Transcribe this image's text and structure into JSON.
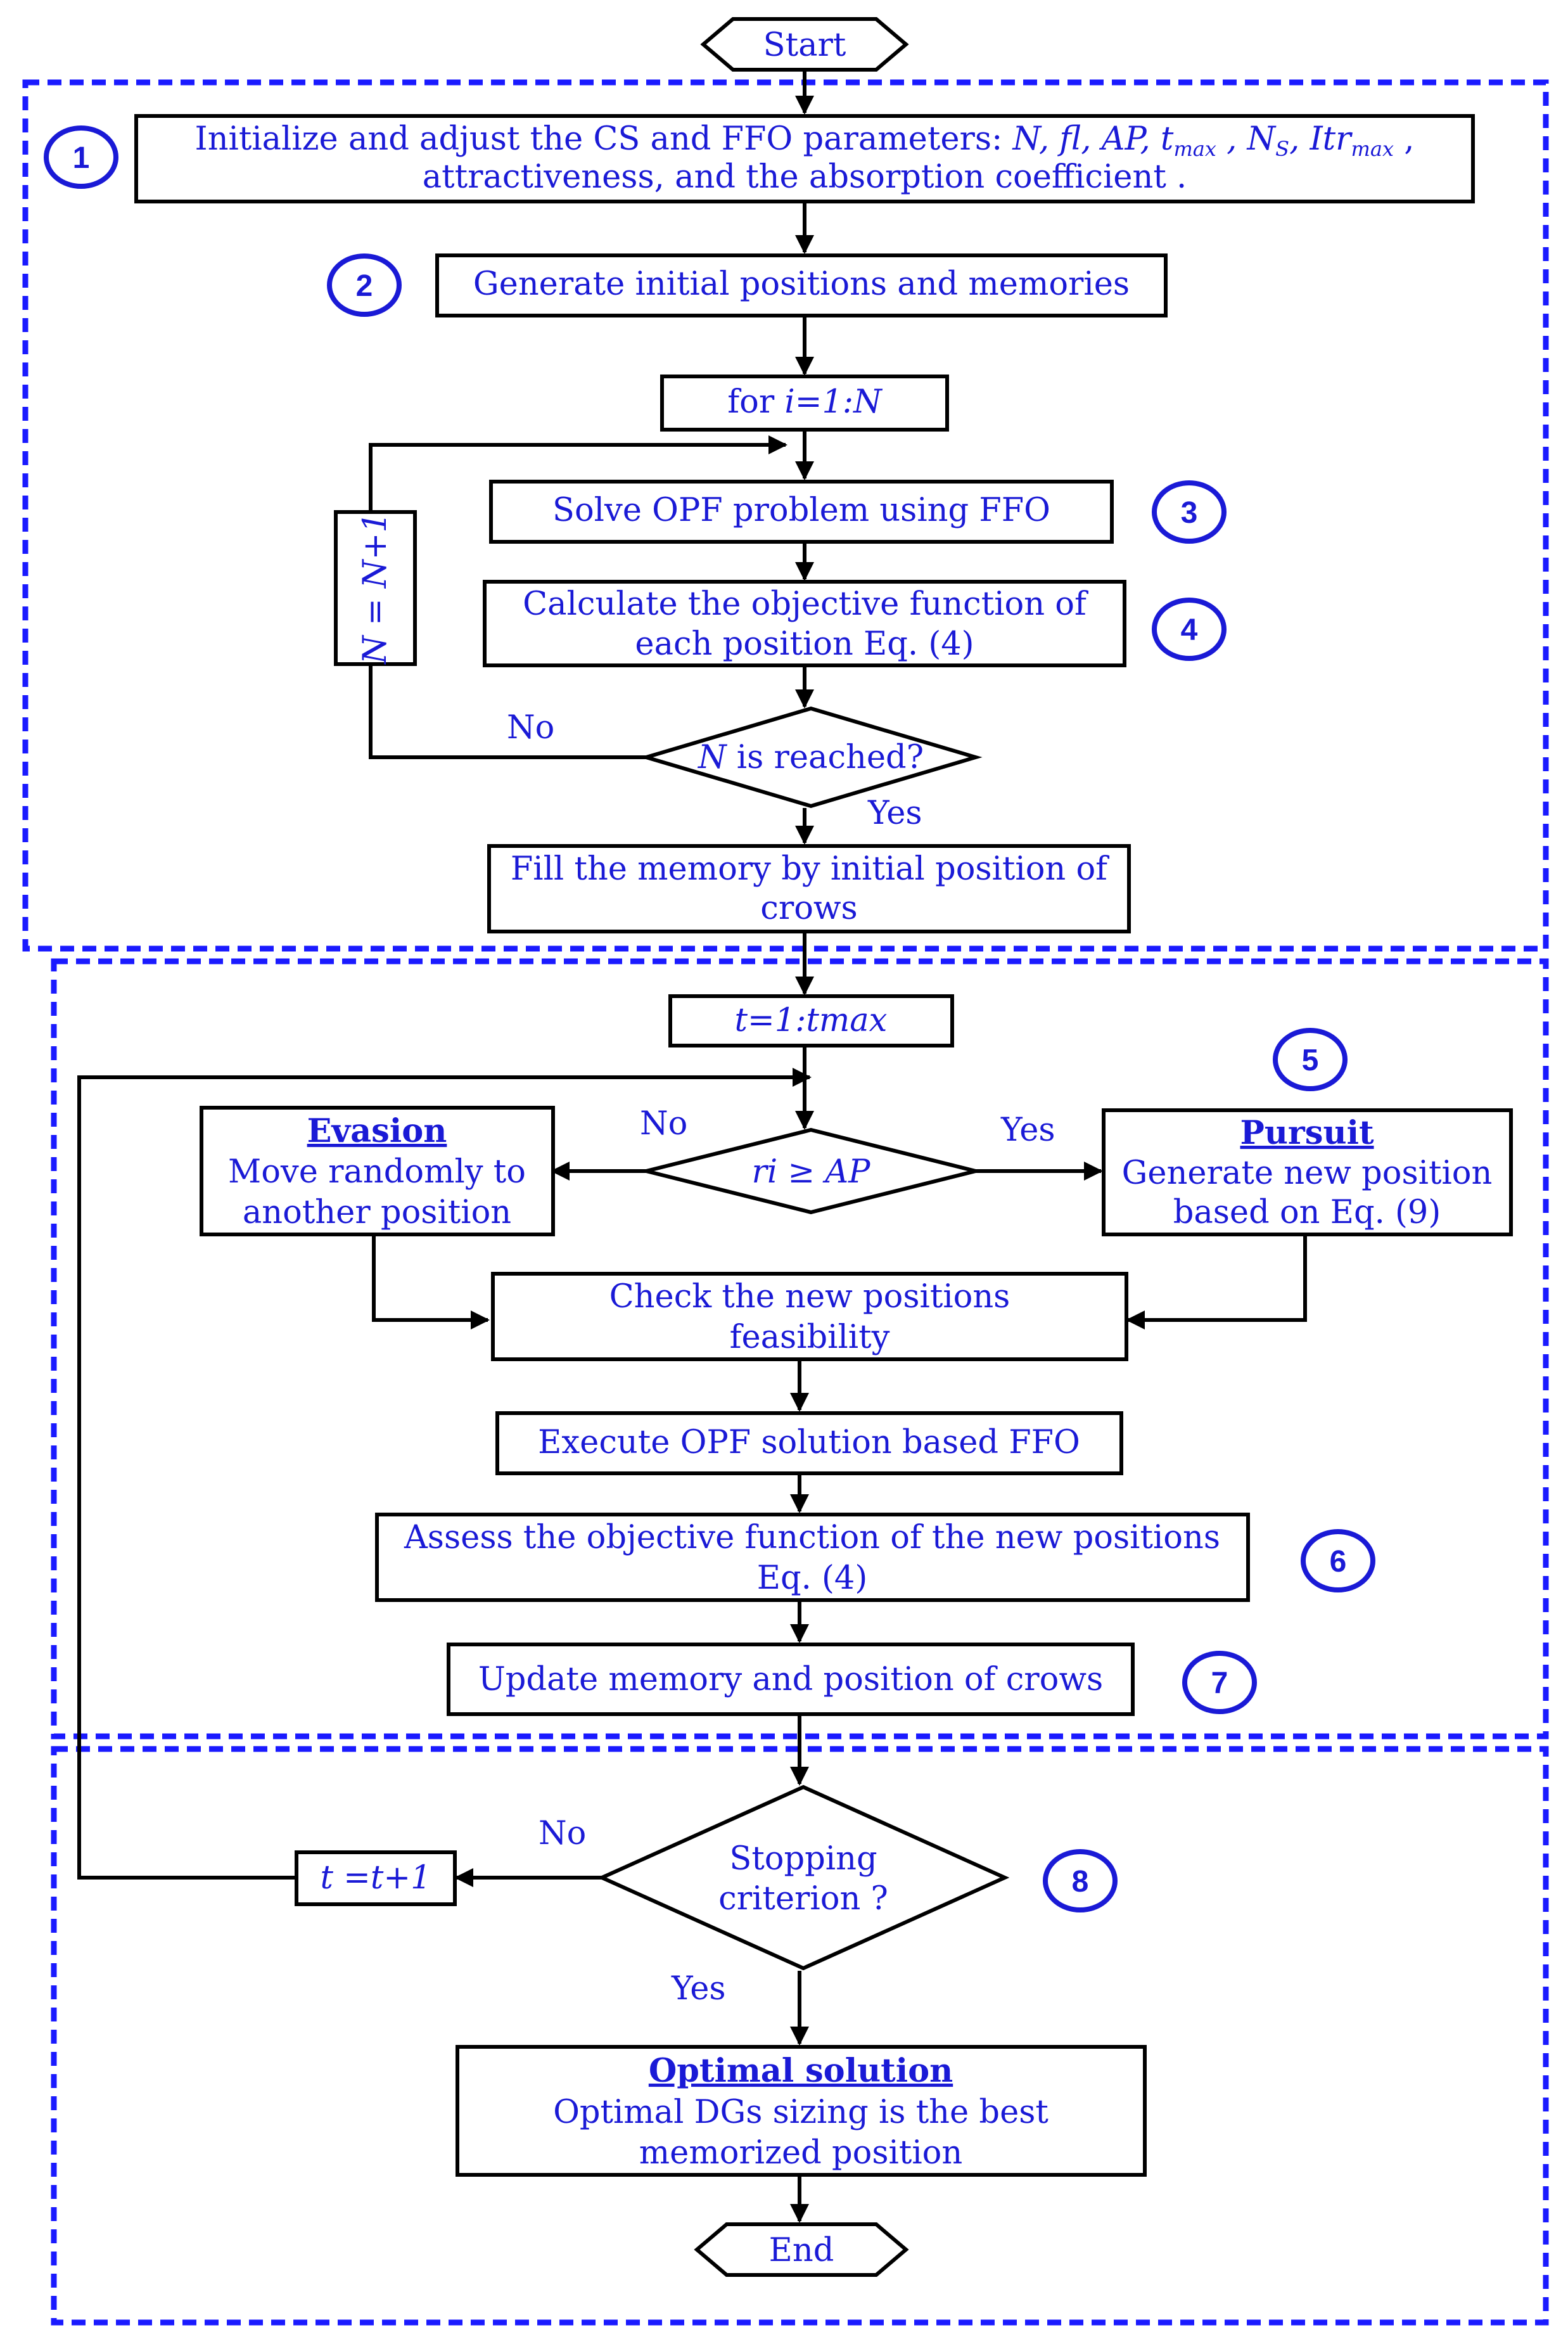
{
  "nodes": {
    "start": "Start",
    "init_line1_prefix": "Initialize and adjust the CS and FFO parameters: ",
    "init_params": "N, fl, AP, t",
    "init_sub_max1": "max",
    "init_sep1": " , N",
    "init_sub_s": "S",
    "init_sep2": ", Itr",
    "init_sub_max2": "max",
    "init_tail": " ,",
    "init_line2": "attractiveness, and the absorption coefficient .",
    "generate": "Generate initial positions and memories",
    "loop_for_prefix": "for ",
    "loop_for_expr": "i=1:N",
    "solve_opf": "Solve OPF problem using FFO",
    "calc_line1": "Calculate the objective function of",
    "calc_line2": "each position Eq. (4)",
    "n_reached_var": "N",
    "n_reached_rest": " is reached?",
    "n_increment": "N = N+1",
    "fill_line1": "Fill the memory by initial position of",
    "fill_line2": "crows",
    "loop_t": "t=1:tmax",
    "ri_cond": "ri ≥ AP",
    "evasion_title": "Evasion",
    "evasion_line1": "Move randomly to",
    "evasion_line2": "another position",
    "pursuit_title": "Pursuit",
    "pursuit_line1": "Generate new position",
    "pursuit_line2": "based on Eq. (9)",
    "check_line1": "Check the new positions",
    "check_line2": "feasibility",
    "execute": "Execute OPF solution based FFO",
    "assess_line1": "Assess the objective function of the new positions",
    "assess_line2": "Eq. (4)",
    "update": "Update memory and position  of crows",
    "stop_line1": "Stopping",
    "stop_line2": "criterion ?",
    "t_increment": "t =t+1",
    "optimal_title": "Optimal solution",
    "optimal_line1": "Optimal DGs sizing is the best",
    "optimal_line2": "memorized position",
    "end": "End"
  },
  "edge_labels": {
    "no_n": "No",
    "yes_n": "Yes",
    "no_ri": "No",
    "yes_ri": "Yes",
    "no_stop": "No",
    "yes_stop": "Yes"
  },
  "badges": [
    "1",
    "2",
    "3",
    "4",
    "5",
    "6",
    "7",
    "8"
  ],
  "colors": {
    "text": "#1a1ad6",
    "region_border": "#1a1aff",
    "lines": "#000000"
  }
}
